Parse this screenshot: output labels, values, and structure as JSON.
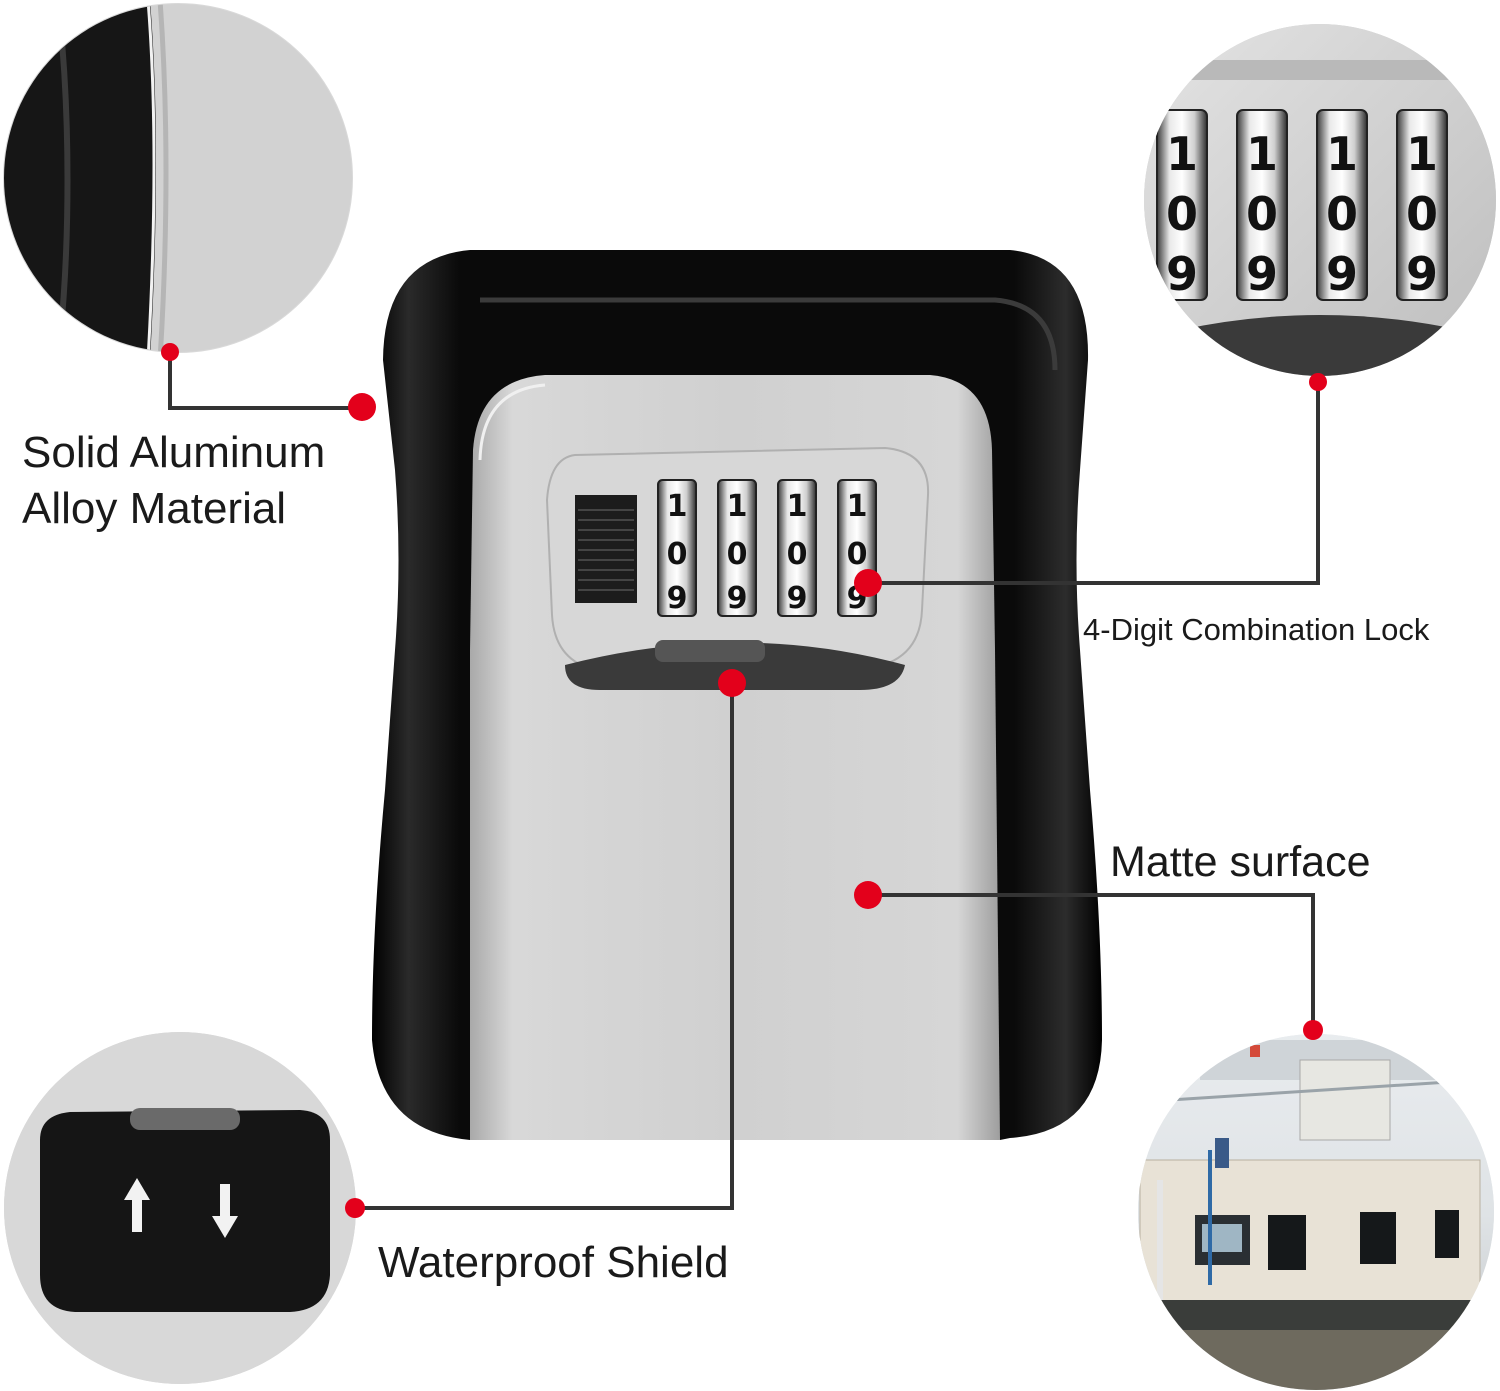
{
  "callouts": {
    "alloy": {
      "line1": "Solid Aluminum",
      "line2": "Alloy Material"
    },
    "lock": "4-Digit Combination Lock",
    "matte": "Matte surface",
    "shield": "Waterproof Shield"
  },
  "dials": {
    "top": [
      "1",
      "1",
      "1",
      "1"
    ],
    "middle": [
      "0",
      "0",
      "0",
      "0"
    ],
    "bottom": [
      "9",
      "9",
      "9",
      "9"
    ]
  },
  "colors": {
    "marker": "#e3001b",
    "body_black": "#141414",
    "body_silver": "#c9c9c9"
  }
}
